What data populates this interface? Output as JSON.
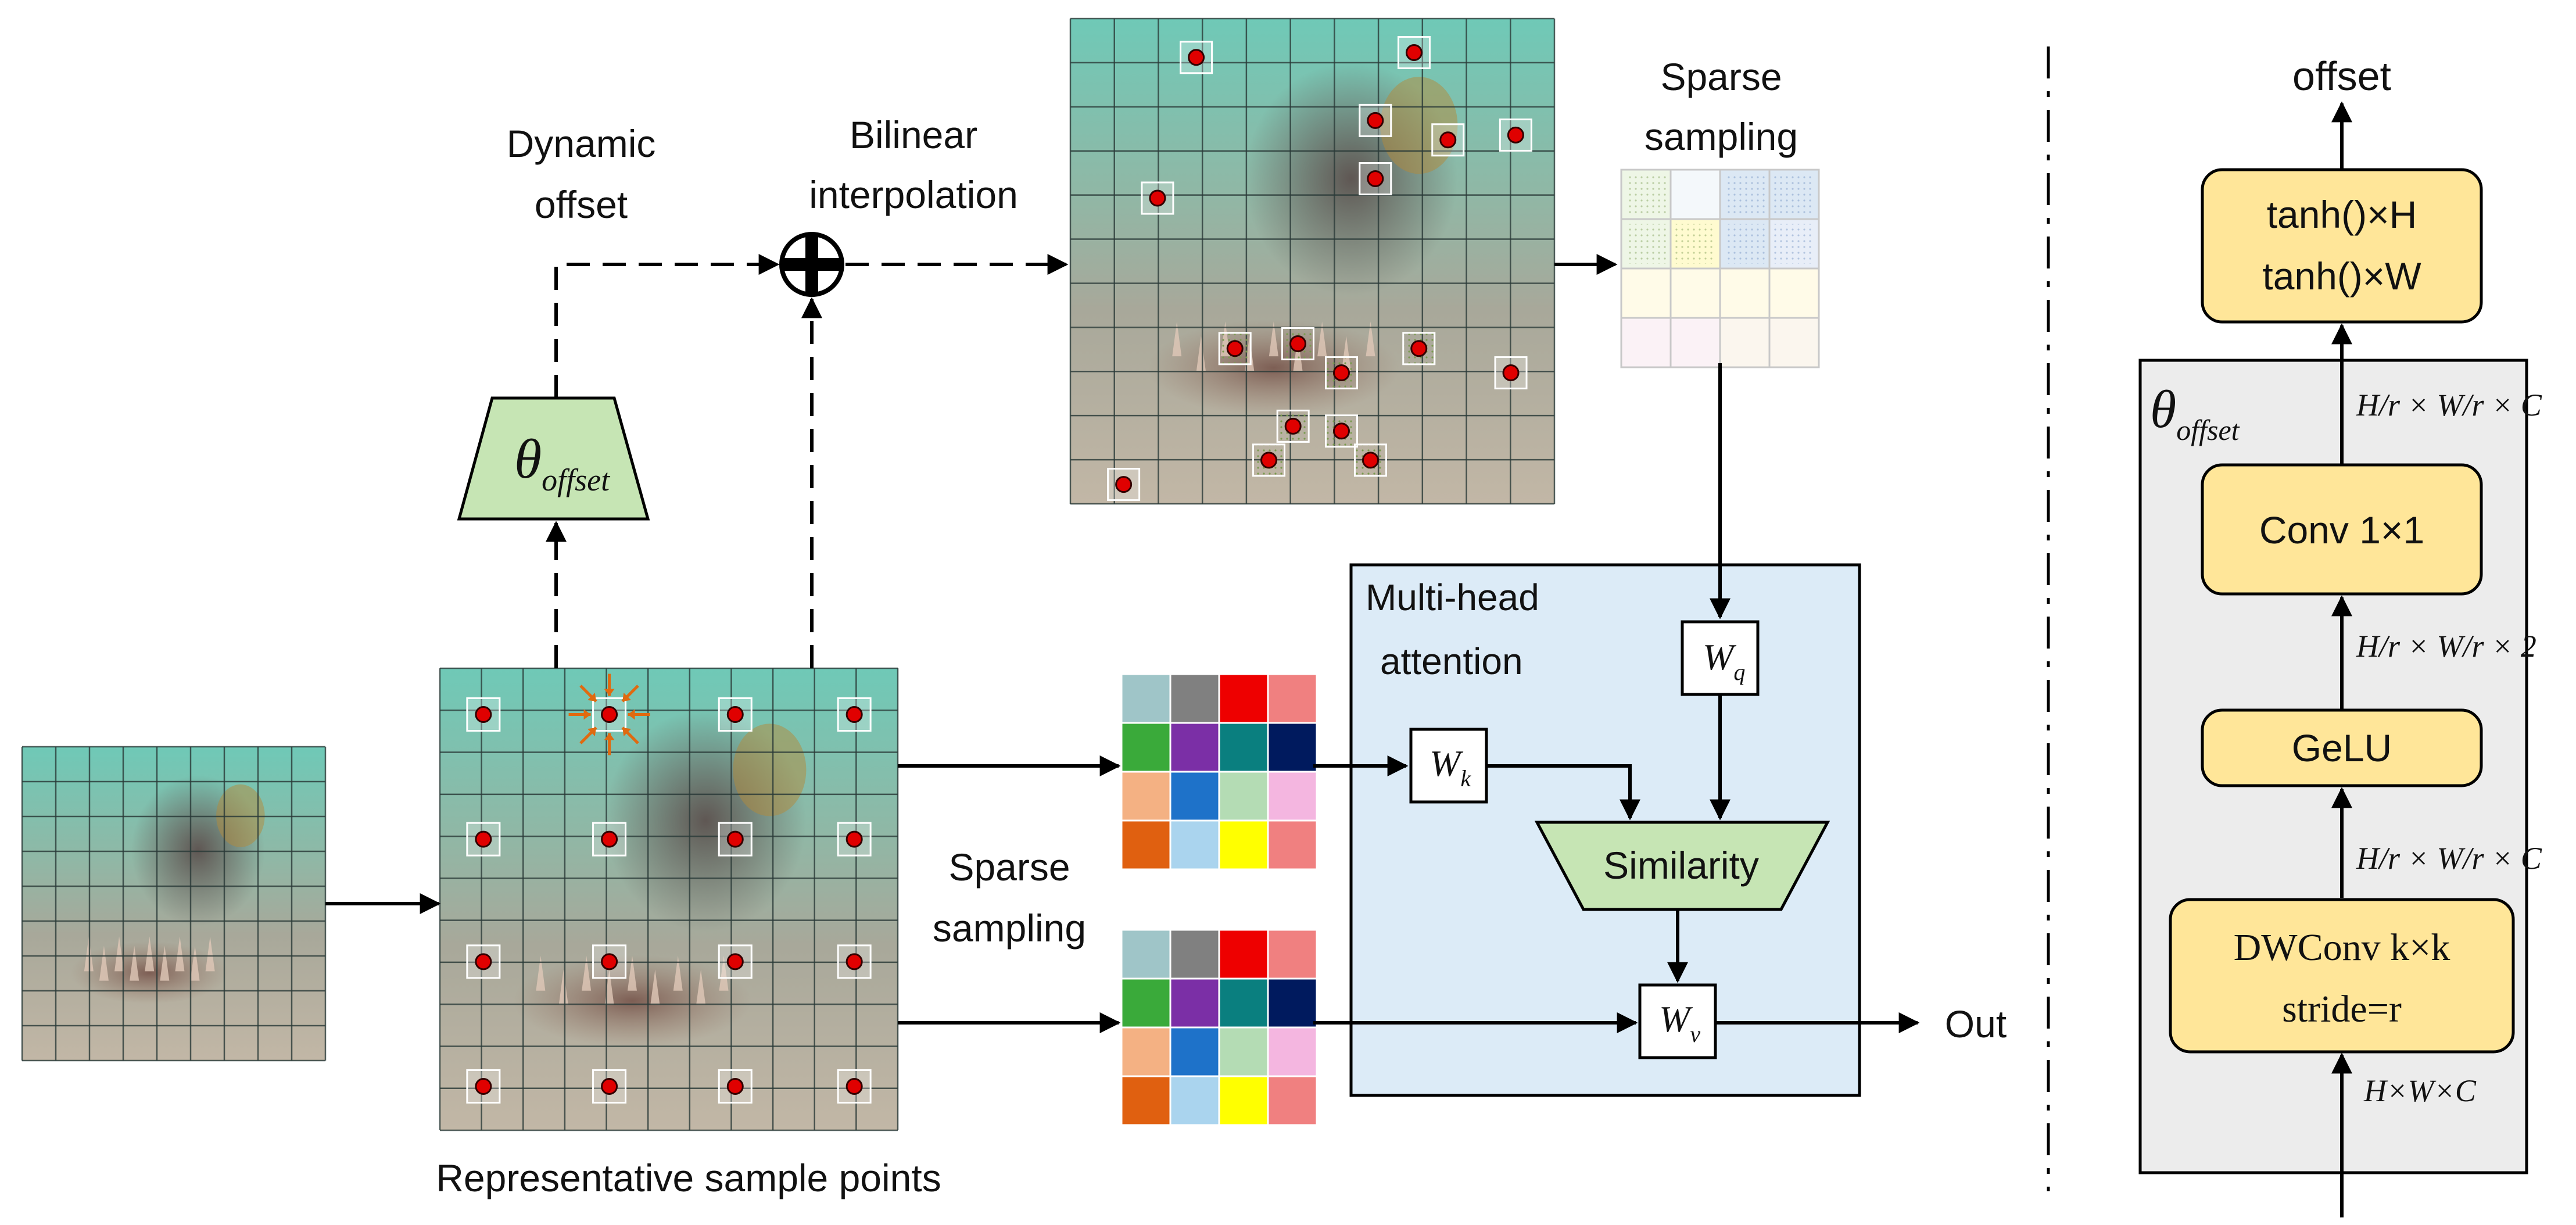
{
  "labels": {
    "dynamic_offset_line1": "Dynamic",
    "dynamic_offset_line2": "offset",
    "bilinear_line1": "Bilinear",
    "bilinear_line2": "interpolation",
    "sparse_top_line1": "Sparse",
    "sparse_top_line2": "sampling",
    "sparse_mid_line1": "Sparse",
    "sparse_mid_line2": "sampling",
    "mha_line1": "Multi-head",
    "mha_line2": "attention",
    "similarity": "Similarity",
    "out": "Out",
    "representative": "Representative sample points",
    "theta": "θ",
    "theta_sub": "offset",
    "w_q": "W",
    "w_q_sub": "q",
    "w_k": "W",
    "w_k_sub": "k",
    "w_v": "W",
    "w_v_sub": "v"
  },
  "offset_module": {
    "output_label": "offset",
    "tanh_line1": "tanh()×H",
    "tanh_line2": "tanh()×W",
    "theta": "θ",
    "theta_sub": "offset",
    "conv1x1": "Conv 1×1",
    "gelu": "GeLU",
    "dwconv_line1": "DWConv k×k",
    "dwconv_line2": "stride=r",
    "dim_input": "H×W×C",
    "dim_after_dw": "H/r × W/r × C",
    "dim_after_gelu": "H/r × W/r × 2",
    "dim_after_conv": "H/r × W/r × C"
  },
  "colors": {
    "trapezoid_green": "#c6e5b4",
    "mha_bg": "#dcebf7",
    "module_box": "#ffe699",
    "module_panel": "#ececec",
    "red_point": "#e00000"
  },
  "token_grid_colors": [
    [
      "#9fc5c8",
      "#808080",
      "#ee0000",
      "#f08080"
    ],
    [
      "#3aaa3a",
      "#7b2fa6",
      "#0a7f7f",
      "#001a5e"
    ],
    [
      "#f4b183",
      "#1e72c9",
      "#b4dcb4",
      "#f4b6e0"
    ],
    [
      "#e06010",
      "#aad4ee",
      "#ffff00",
      "#f08080"
    ]
  ]
}
